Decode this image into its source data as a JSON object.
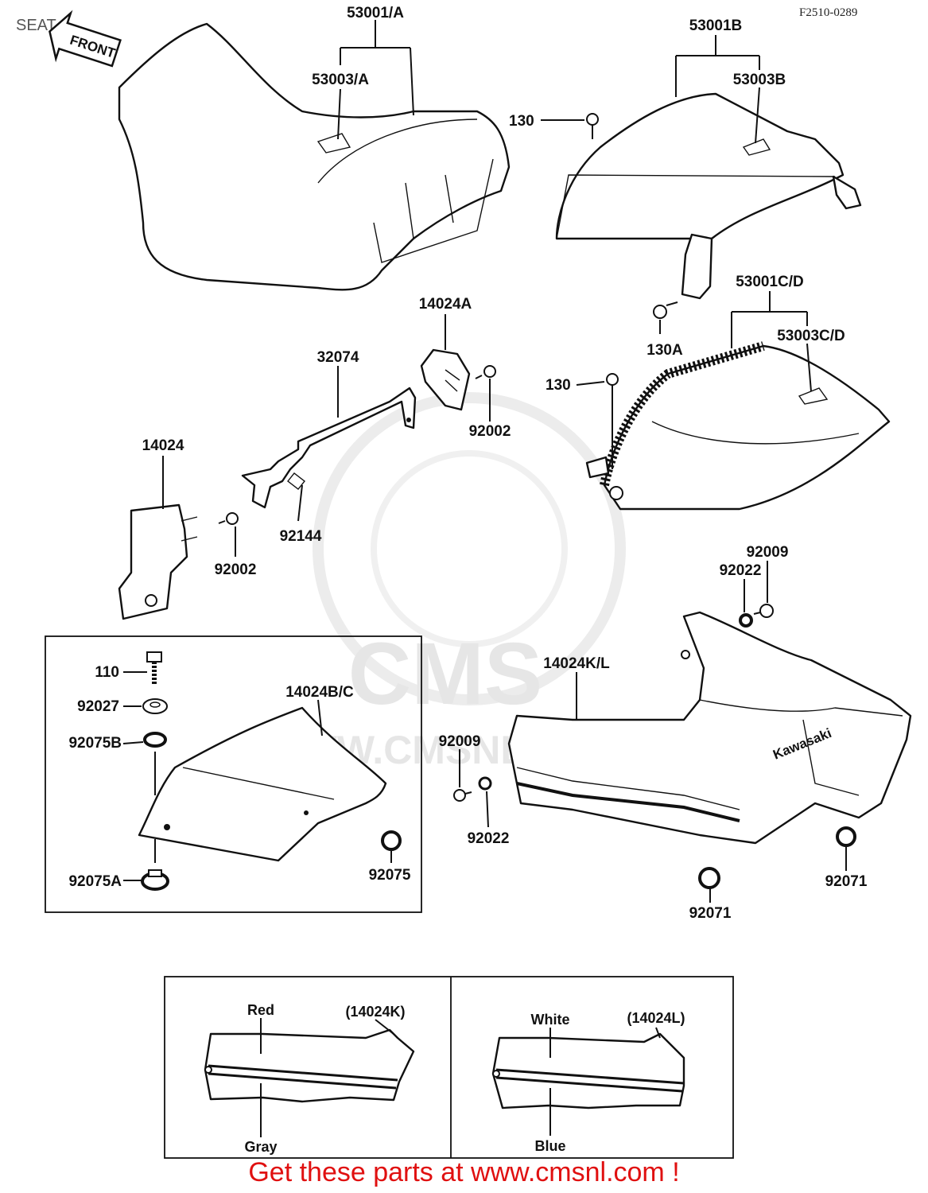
{
  "title": "SEAT",
  "drawing_code": "F2510-0289",
  "front_tag": "FRONT",
  "watermark": {
    "brand": "CMS",
    "url": "WWW.CMSNL.COM"
  },
  "labels": {
    "p53001A": "53001/A",
    "p53003A": "53003/A",
    "p53001B": "53001B",
    "p53003B": "53003B",
    "p130top": "130",
    "p130A": "130A",
    "p53001CD": "53001C/D",
    "p53003CD": "53003C/D",
    "p130mid": "130",
    "p14024A": "14024A",
    "p32074": "32074",
    "p92002a": "92002",
    "p14024": "14024",
    "p92002b": "92002",
    "p92144": "92144",
    "p92009a": "92009",
    "p92022a": "92022",
    "p110": "110",
    "p92027": "92027",
    "p92075B": "92075B",
    "p14024BC": "14024B/C",
    "p92075A": "92075A",
    "p92075": "92075",
    "p14024KL": "14024K/L",
    "p92009b": "92009",
    "p92022b": "92022",
    "p92071a": "92071",
    "p92071b": "92071"
  },
  "color_variants": {
    "left": {
      "part": "(14024K)",
      "top_color": "Red",
      "bottom_color": "Gray"
    },
    "right": {
      "part": "(14024L)",
      "top_color": "White",
      "bottom_color": "Blue"
    }
  },
  "brand_on_cover": "Kawasaki",
  "promo": "Get these parts at www.cmsnl.com !",
  "colors": {
    "promo": "#e01010",
    "ink": "#111111",
    "watermark": "#e6e6e6"
  }
}
